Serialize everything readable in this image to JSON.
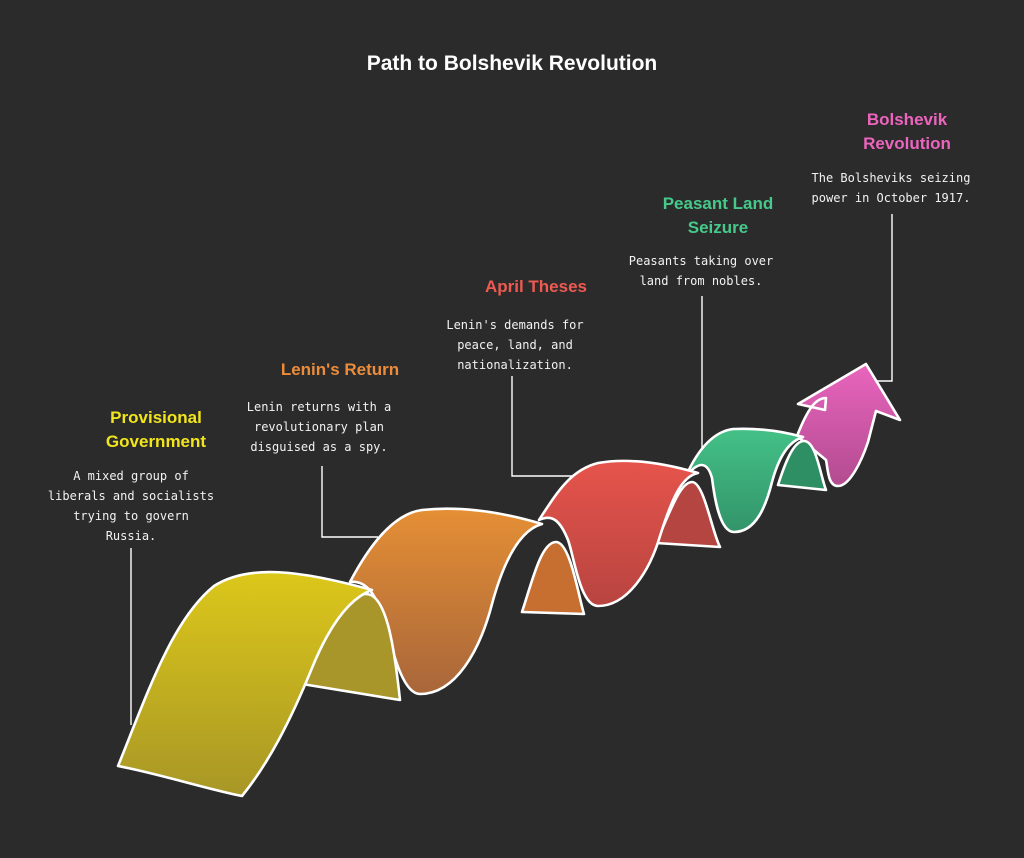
{
  "title": "Path to Bolshevik Revolution",
  "colors": {
    "background": "#2b2b2b",
    "stroke": "#ffffff",
    "connector": "#ffffff"
  },
  "steps": [
    {
      "heading": "Provisional Government",
      "heading_lines": [
        "Provisional",
        "Government"
      ],
      "description_lines": [
        "A mixed group of",
        "liberals and socialists",
        "trying to govern",
        "Russia."
      ],
      "color": "#d8c21a",
      "shade": "#a59421"
    },
    {
      "heading": "Lenin's Return",
      "heading_lines": [
        "Lenin's Return"
      ],
      "description_lines": [
        "Lenin returns with a",
        "revolutionary plan",
        "disguised as a spy."
      ],
      "color": "#e08b35",
      "shade": "#b06a32"
    },
    {
      "heading": "April Theses",
      "heading_lines": [
        "April Theses"
      ],
      "description_lines": [
        "Lenin's demands for",
        "peace, land, and",
        "nationalization."
      ],
      "color": "#e0524b",
      "shade": "#b9433f"
    },
    {
      "heading": "Peasant Land Seizure",
      "heading_lines": [
        "Peasant Land",
        "Seizure"
      ],
      "description_lines": [
        "Peasants taking over",
        "land from nobles."
      ],
      "color": "#3fb981",
      "shade": "#33966a"
    },
    {
      "heading": "Bolshevik Revolution",
      "heading_lines": [
        "Bolshevik",
        "Revolution"
      ],
      "description_lines": [
        "The Bolsheviks seizing",
        "power in October 1917."
      ],
      "color": "#e060b4",
      "shade": "#b44d91"
    }
  ]
}
